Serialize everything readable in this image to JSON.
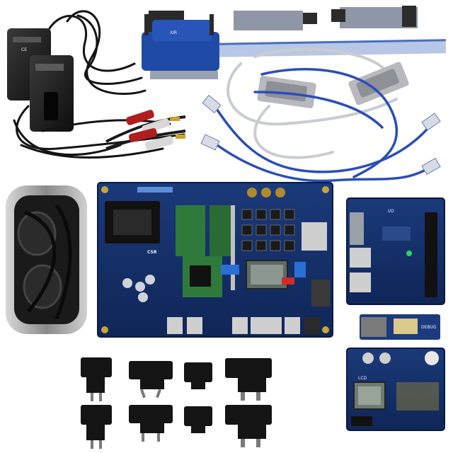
{
  "adapter": {
    "ce_mark": "CE"
  },
  "serial_adapter": {
    "brand": "XIR"
  },
  "ribbon_cable": {
    "text": ""
  },
  "main_board": {
    "logo": "CSR"
  },
  "labels": {
    "lcd_ref": "LCD",
    "debug": "DEBUG",
    "io_board": "I/O"
  },
  "colors": {
    "board_blue": "#15306a",
    "board_dark": "#0d1f4a",
    "cable_blue": "#2b4fb8",
    "cable_gray": "#c9ccd2",
    "black": "#141414",
    "rca_red": "#b01d1d"
  }
}
